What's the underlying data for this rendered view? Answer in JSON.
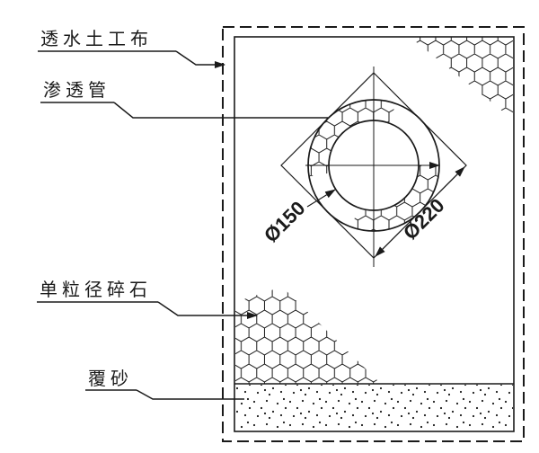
{
  "diagram": {
    "labels": {
      "geotextile": "透水土工布",
      "pipe": "渗透管",
      "gravel": "单粒径碎石",
      "sand": "覆砂"
    },
    "dimensions": {
      "inner_diameter": "Ø150",
      "outer_diameter": "Ø220"
    },
    "colors": {
      "line": "#1a1a1a",
      "background": "#ffffff"
    }
  }
}
